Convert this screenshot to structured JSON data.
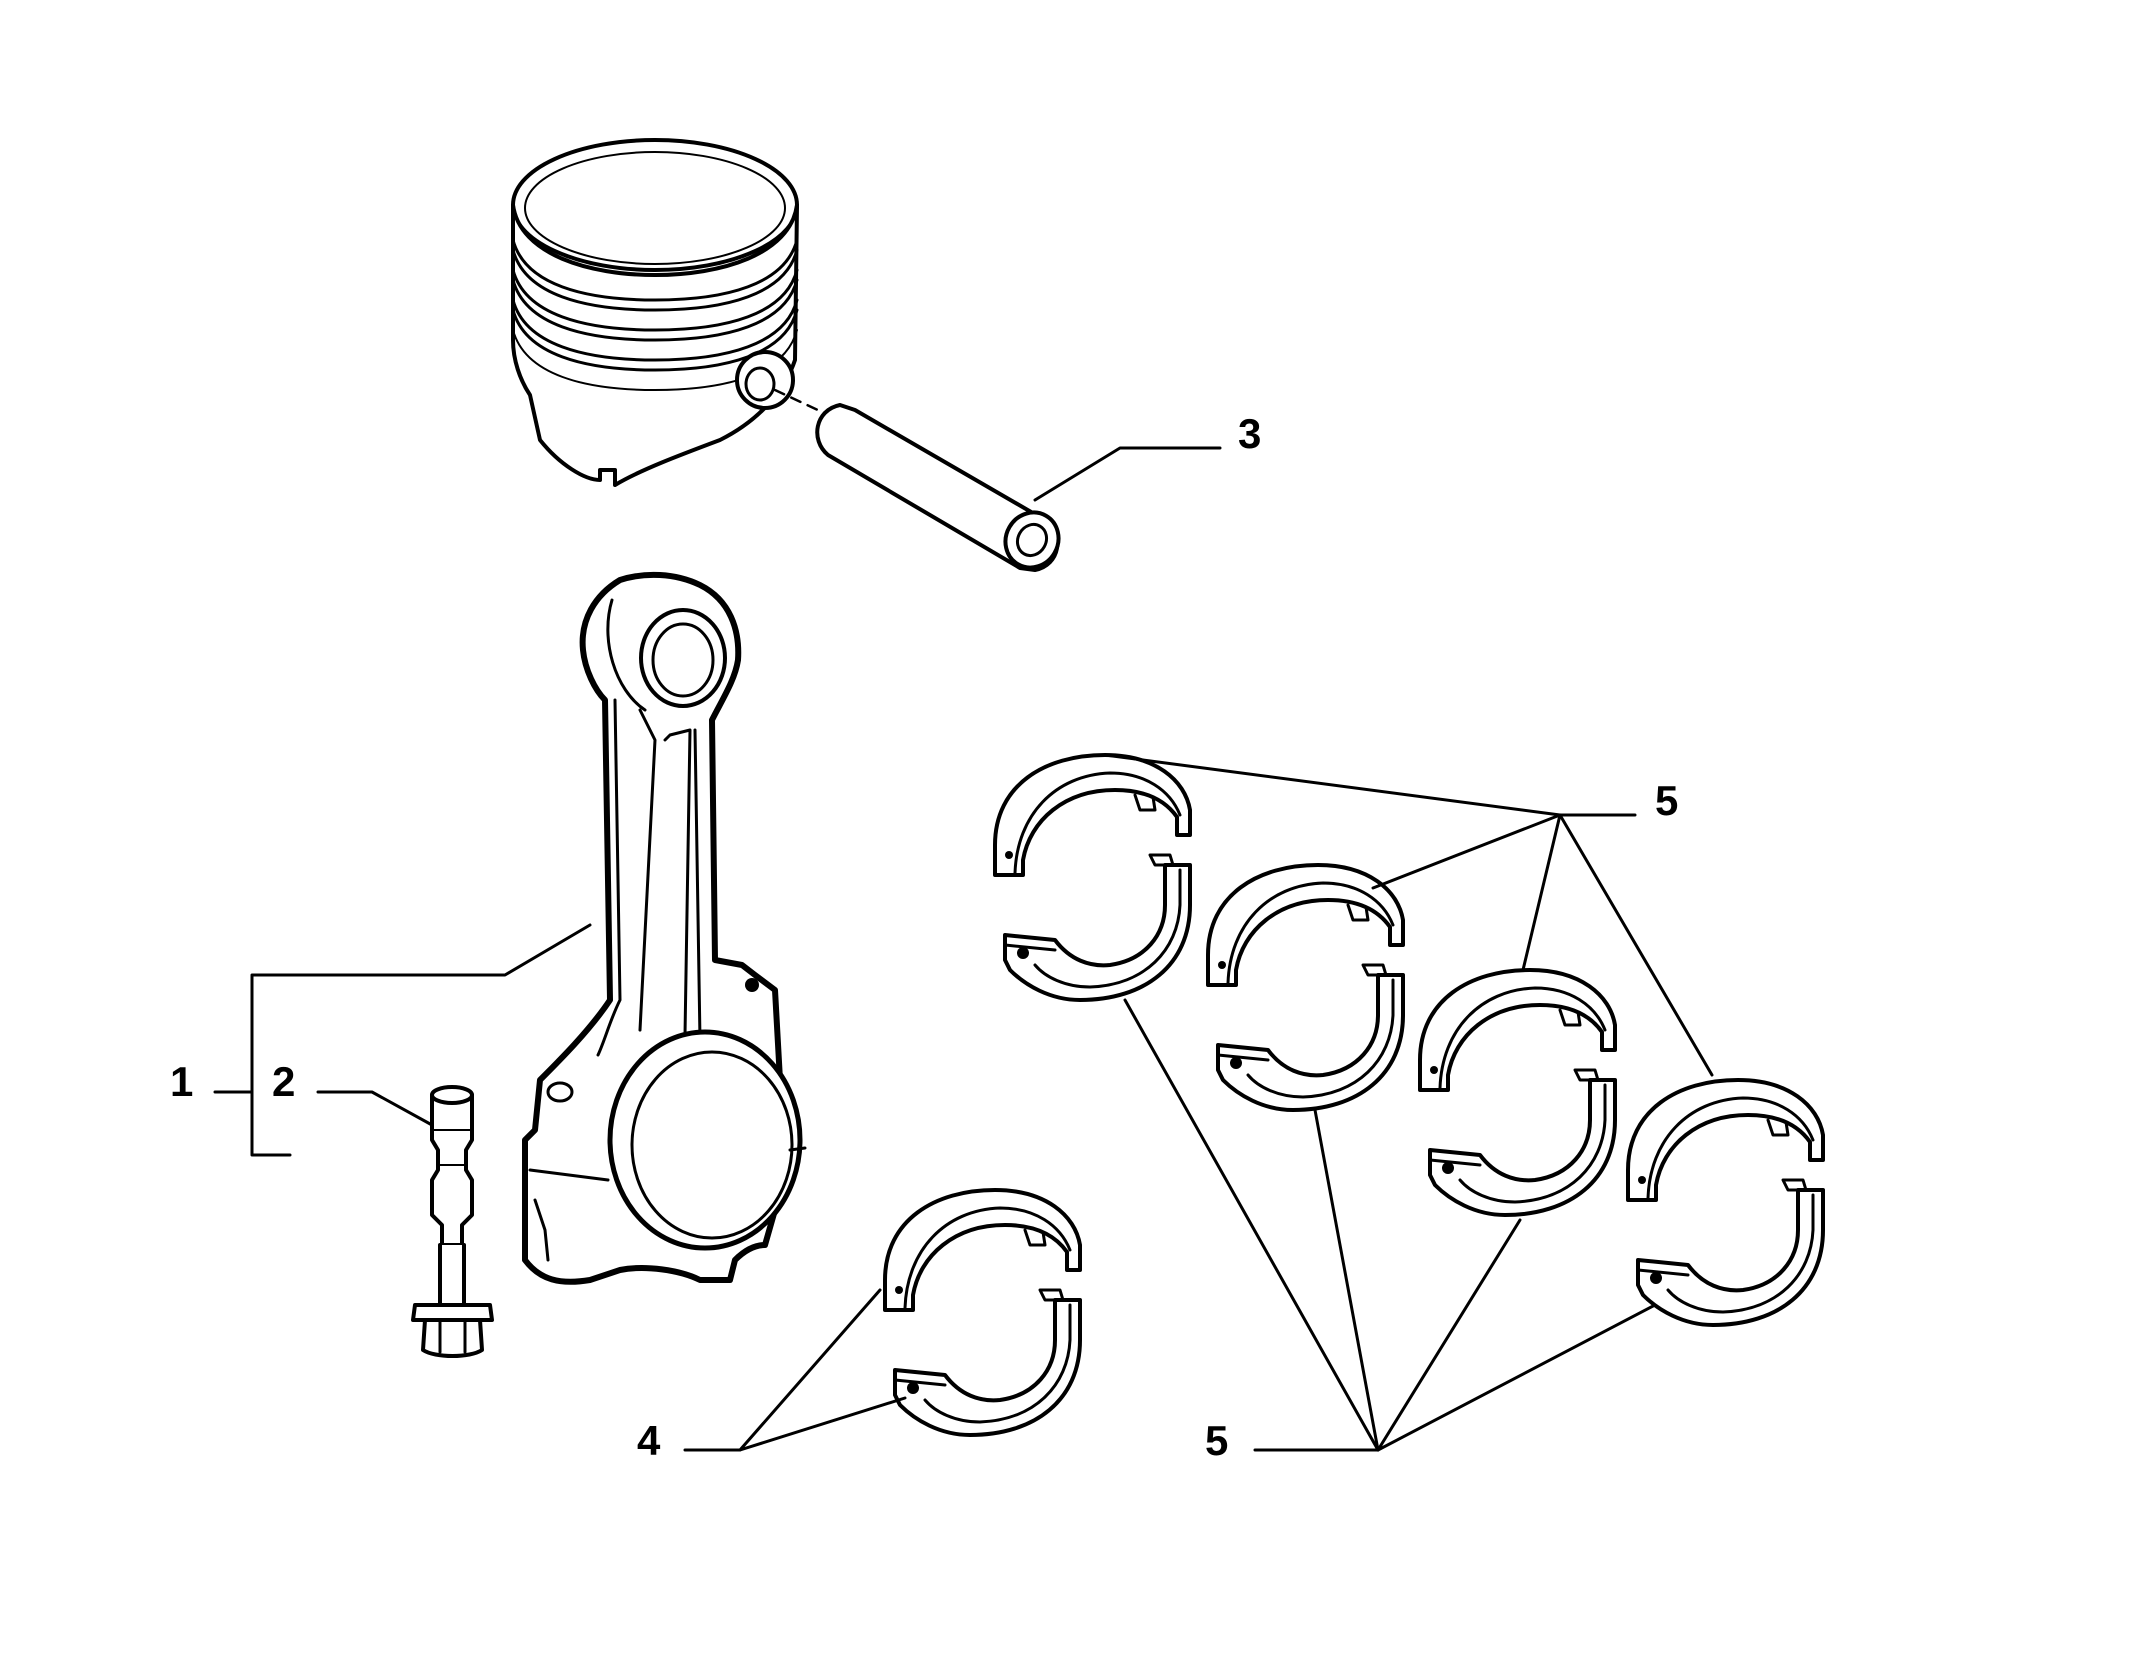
{
  "callouts": {
    "c1": "1",
    "c2": "2",
    "c3": "3",
    "c4": "4",
    "c5_top": "5",
    "c5_bottom": "5"
  },
  "colors": {
    "line": "#000000",
    "background": "#ffffff"
  },
  "icons": [
    "piston-icon",
    "piston-pin-icon",
    "connecting-rod-icon",
    "rod-bolt-icon",
    "bearing-shell-icon"
  ]
}
